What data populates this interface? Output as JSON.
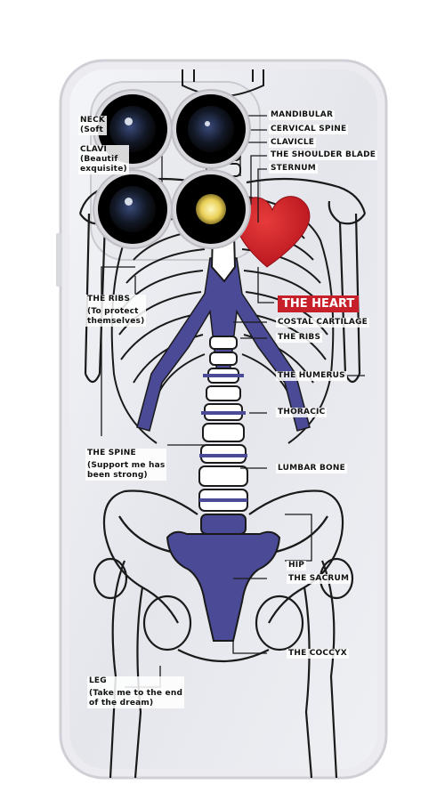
{
  "case": {
    "product": "skeleton anatomy phone case",
    "accent_red": "#c8202a",
    "bone_blue": "#4b4a97",
    "outline": "#1a1a1a"
  },
  "labels": {
    "neck": "NECK",
    "neck_sub": "(Soft",
    "clavicle_left": "CLAVI",
    "clavicle_left_sub1": "(Beautif",
    "clavicle_left_sub2": "exquisite)",
    "mandibular": "MANDIBULAR",
    "cervical_spine": "CERVICAL SPINE",
    "clavicle": "CLAVICLE",
    "shoulder_blade": "THE SHOULDER BLADE",
    "sternum": "STERNUM",
    "the_heart": "THE HEART",
    "costal_cartilage": "COSTAL CARTILAGE",
    "the_ribs_right": "THE RIBS",
    "the_humerus": "THE HUMERUS",
    "thoracic": "THORACIC",
    "lumbar_bone": "LUMBAR BONE",
    "hip": "HIP",
    "the_sacrum": "THE SACRUM",
    "the_coccyx": "THE COCCYX",
    "the_ribs_left": "THE RIBS",
    "the_ribs_left_sub1": "(To protect",
    "the_ribs_left_sub2": "themselves)",
    "the_spine": "THE SPINE",
    "the_spine_sub1": "(Support me has",
    "the_spine_sub2": "been strong)",
    "leg": "LEG",
    "leg_sub1": "(Take me to the end",
    "leg_sub2": "of the dream)"
  },
  "icons": [
    "camera-lens-icon",
    "flash-icon",
    "heart-icon"
  ]
}
